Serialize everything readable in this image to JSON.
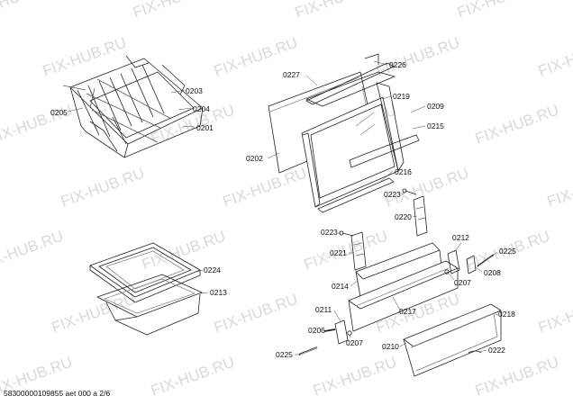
{
  "watermark": "FIX-HUB.RU",
  "footer": "58300000109855 aet 000 a 2/6",
  "labels": {
    "p0205": "0205",
    "p0203": "0203",
    "p0204": "0204",
    "p0201": "0201",
    "p0227": "0227",
    "p0226": "0226",
    "p0219": "0219",
    "p0209": "0209",
    "p0215": "0215",
    "p0202": "0202",
    "p0216": "0216",
    "p0223a": "0223",
    "p0220": "0220",
    "p0223b": "0223",
    "p0221": "0221",
    "p0212": "0212",
    "p0225a": "0225",
    "p0208": "0208",
    "p0207a": "0207",
    "p0214": "0214",
    "p0224": "0224",
    "p0213": "0213",
    "p0211": "0211",
    "p0217": "0217",
    "p0218": "0218",
    "p0206": "0206",
    "p0207b": "0207",
    "p0210": "0210",
    "p0222": "0222",
    "p0225b": "0225"
  }
}
